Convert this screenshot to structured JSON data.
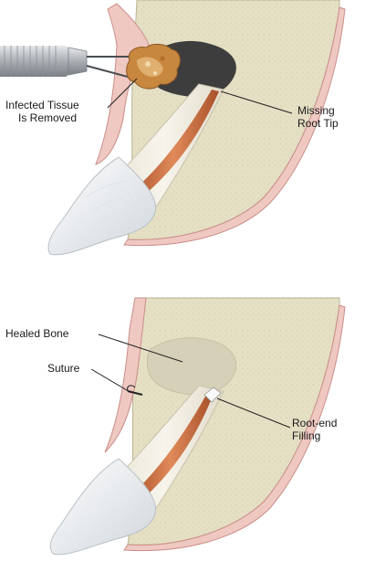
{
  "panels": [
    {
      "name": "before",
      "labels": [
        {
          "key": "infected-tissue",
          "lines": [
            "Infected Tissue",
            "Is Removed"
          ]
        },
        {
          "key": "missing-root-tip",
          "lines": [
            "Missing",
            "Root Tip"
          ]
        }
      ]
    },
    {
      "name": "after",
      "labels": [
        {
          "key": "healed-bone",
          "lines": [
            "Healed Bone"
          ]
        },
        {
          "key": "suture",
          "lines": [
            "Suture"
          ]
        },
        {
          "key": "root-end-filling",
          "lines": [
            "Root-end",
            "Filling"
          ]
        }
      ]
    }
  ],
  "colors": {
    "bone": "#e5dfc4",
    "bone_dark": "#cfc8a6",
    "gum": "#efc8c2",
    "gum_edge": "#c98e88",
    "root": "#f2efe6",
    "canal": "#c96a3a",
    "enamel": "#f4f6f8",
    "cavity": "#3d3d3d",
    "tissue": "#c8873f",
    "instrument": "#b8bcc0",
    "healed": "#d6d0b8",
    "filling": "#f8f8f8"
  },
  "icons": [
    "dental-instrument-icon",
    "infected-tissue-icon",
    "tooth-icon",
    "suture-icon"
  ]
}
